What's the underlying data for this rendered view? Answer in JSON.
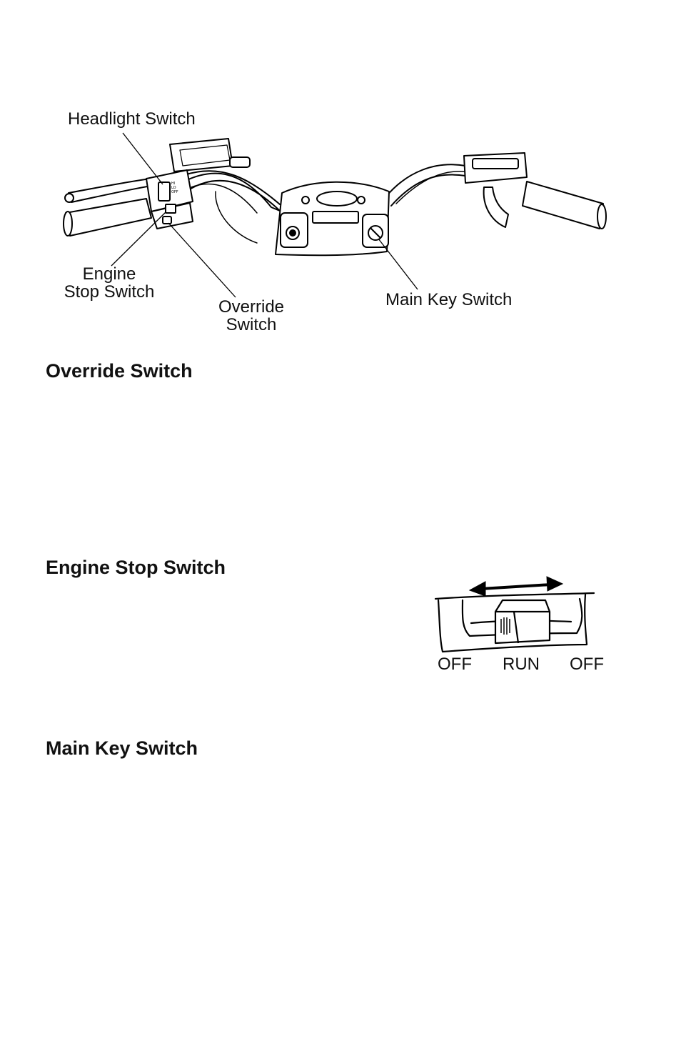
{
  "diagram": {
    "callouts": {
      "headlight_switch": "Headlight Switch",
      "engine_stop_line1": "Engine",
      "engine_stop_line2": "Stop Switch",
      "override_line1": "Override",
      "override_line2": "Switch",
      "main_key_switch": "Main Key Switch"
    },
    "switch_markings": [
      "HI",
      "LO",
      "OFF"
    ]
  },
  "sections": {
    "override": {
      "heading": "Override Switch"
    },
    "engine_stop": {
      "heading": "Engine Stop Switch",
      "positions": [
        "OFF",
        "RUN",
        "OFF"
      ]
    },
    "main_key": {
      "heading": "Main Key Switch"
    }
  }
}
